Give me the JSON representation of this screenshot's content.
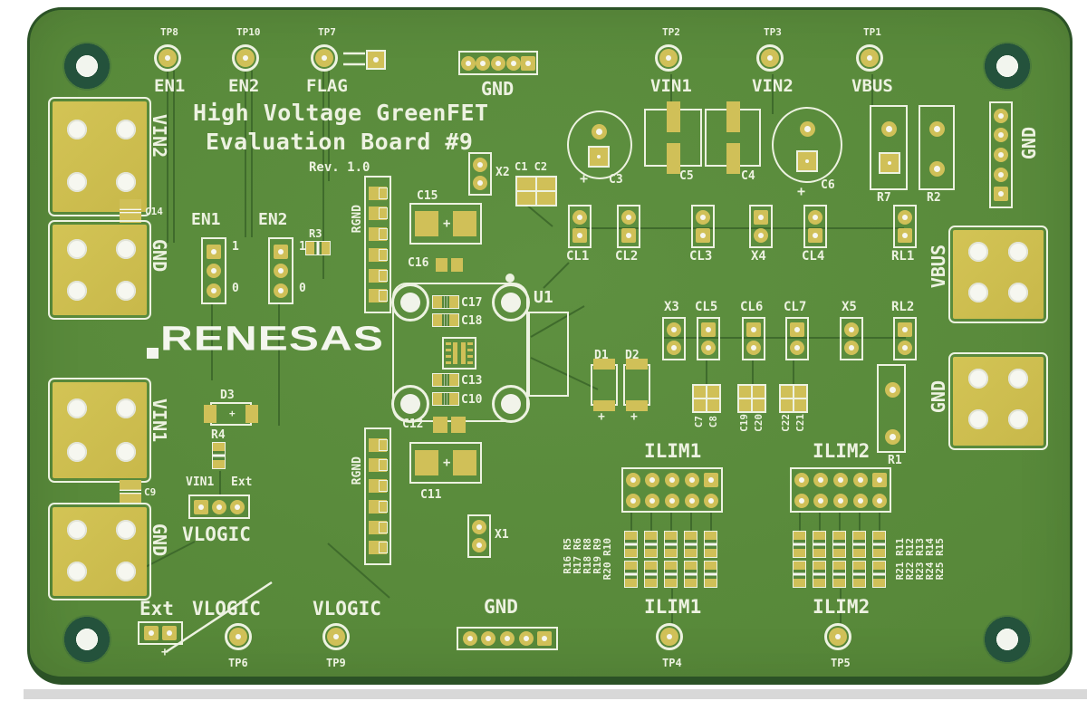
{
  "title": {
    "line1": "High Voltage GreenFET",
    "line2": "Evaluation Board #9",
    "rev": "Rev. 1.0"
  },
  "logo": {
    "text": "RENESAS"
  },
  "misc": {
    "plus": "+"
  },
  "top": {
    "tp8": {
      "tp": "TP8",
      "signal": "EN1"
    },
    "tp10": {
      "tp": "TP10",
      "signal": "EN2"
    },
    "tp7": {
      "tp": "TP7",
      "signal": "FLAG"
    },
    "gnd": {
      "label": "GND"
    },
    "tp2": {
      "tp": "TP2",
      "signal": "VIN1"
    },
    "tp3": {
      "tp": "TP3",
      "signal": "VIN2"
    },
    "tp1": {
      "tp": "TP1",
      "signal": "VBUS"
    }
  },
  "left": {
    "vin2": "VIN2",
    "c14": "C14",
    "gnd_top": "GND",
    "vin1": "VIN1",
    "c9": "C9",
    "gnd_bottom": "GND"
  },
  "jumpers": {
    "en1": {
      "label": "EN1",
      "one": "1",
      "zero": "0"
    },
    "en2": {
      "label": "EN2",
      "one": "1",
      "zero": "0"
    },
    "r3": "R3"
  },
  "center": {
    "rgnd_top": "RGND",
    "rgnd_bottom": "RGND",
    "c15": "C15",
    "c16": "C16",
    "x2": "X2",
    "c1c2": "C1 C2",
    "c3": "C3",
    "c5": "C5",
    "c4": "C4",
    "c6": "C6",
    "u1": "U1",
    "c17": "C17",
    "c18": "C18",
    "c13": "C13",
    "c10": "C10",
    "c12": "C12",
    "c11": "C11",
    "x1": "X1"
  },
  "row1": [
    {
      "label": "CL1"
    },
    {
      "label": "CL2"
    },
    {
      "label": "CL3"
    },
    {
      "label": "X4"
    },
    {
      "label": "CL4"
    },
    {
      "label": "RL1"
    }
  ],
  "row2": [
    {
      "label": "X3"
    },
    {
      "label": "CL5"
    },
    {
      "label": "CL6"
    },
    {
      "label": "CL7"
    },
    {
      "label": "X5"
    },
    {
      "label": "RL2"
    }
  ],
  "right": {
    "r7": "R7",
    "r2": "R2",
    "gnd_header": "GND",
    "vbus": "VBUS",
    "gnd_pad": "GND",
    "r1": "R1"
  },
  "diodes": {
    "d1": "D1",
    "d2": "D2",
    "d3": "D3"
  },
  "cap_pairs": [
    {
      "a": "C7",
      "b": "C8"
    },
    {
      "a": "C19",
      "b": "C20"
    },
    {
      "a": "C22",
      "b": "C21"
    }
  ],
  "ilim1": {
    "label": "ILIM1",
    "resistors": [
      "R16 R5",
      "R17 R6",
      "R18 R8",
      "R19 R9",
      "R20 R10"
    ]
  },
  "ilim2": {
    "label": "ILIM2",
    "resistors": [
      "R21 R11",
      "R22 R12",
      "R23 R13",
      "R24 R14",
      "R25 R15"
    ]
  },
  "vsel": {
    "vin1": "VIN1",
    "ext": "Ext",
    "label": "VLOGIC",
    "r4": "R4"
  },
  "bottom": {
    "ext": {
      "ext": "Ext",
      "vlogic": "VLOGIC",
      "tp": "TP6"
    },
    "vlogic": {
      "label": "VLOGIC",
      "tp": "TP9"
    },
    "gnd": {
      "label": "GND"
    },
    "ilim1": {
      "label": "ILIM1",
      "tp": "TP4"
    },
    "ilim2": {
      "label": "ILIM2",
      "tp": "TP5"
    }
  }
}
